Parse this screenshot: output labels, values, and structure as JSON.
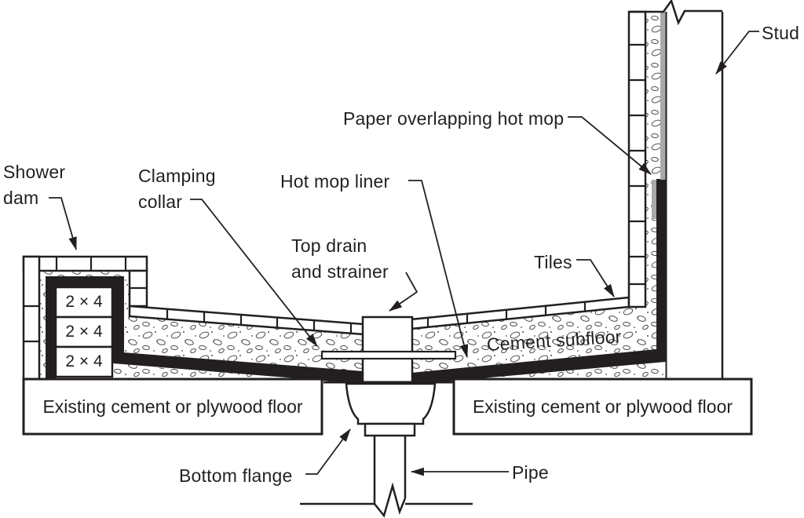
{
  "labels": {
    "shower_dam": "Shower\ndam",
    "clamping_collar": "Clamping\ncollar",
    "hot_mop_liner": "Hot mop liner",
    "top_drain_strainer": "Top drain\nand strainer",
    "paper_overlapping": "Paper overlapping hot mop",
    "tiles": "Tiles",
    "stud": "Stud",
    "cement_subfloor": "Cement subfloor",
    "existing_floor_left": "Existing cement or plywood floor",
    "existing_floor_right": "Existing cement or plywood floor",
    "bottom_flange": "Bottom flange",
    "pipe": "Pipe",
    "lumber": [
      "2 × 4",
      "2 × 4",
      "2 × 4"
    ]
  },
  "colors": {
    "ink": "#231f20",
    "paper_gray": "#a7a9ab",
    "background": "#ffffff"
  }
}
